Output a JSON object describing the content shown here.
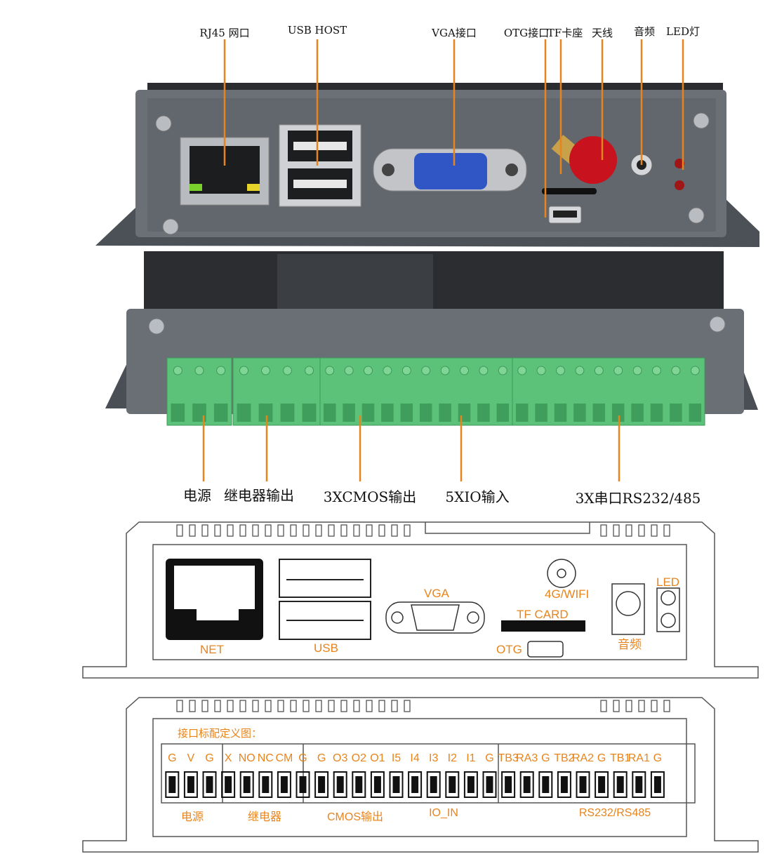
{
  "front_labels": [
    {
      "id": "rj45",
      "text": "RJ45 网口"
    },
    {
      "id": "usb_host",
      "text": "USB HOST"
    },
    {
      "id": "vga",
      "text": "VGA接口"
    },
    {
      "id": "otg",
      "text": "OTG接口"
    },
    {
      "id": "tf",
      "text": "TF卡座"
    },
    {
      "id": "antenna",
      "text": "天线"
    },
    {
      "id": "audio",
      "text": "音频"
    },
    {
      "id": "led",
      "text": "LED灯"
    }
  ],
  "back_labels": [
    {
      "id": "power",
      "text": "电源"
    },
    {
      "id": "relay",
      "text": "继电器输出"
    },
    {
      "id": "cmos",
      "text": "3XCMOS输出"
    },
    {
      "id": "io",
      "text": "5XIO输入"
    },
    {
      "id": "serial",
      "text": "3X串口RS232/485"
    }
  ],
  "front_drawing": {
    "net": "NET",
    "usb": "USB",
    "vga": "VGA",
    "wifi": "4G/WIFI",
    "tf_card": "TF CARD",
    "otg": "OTG",
    "audio": "音频",
    "led": "LED"
  },
  "back_drawing": {
    "title": "接口标配定义图：",
    "pins": [
      "G",
      "V",
      "G",
      "X",
      "NO",
      "NC",
      "CM",
      "G",
      "G",
      "O3",
      "O2",
      "O1",
      "I5",
      "I4",
      "I3",
      "I2",
      "I1",
      "G",
      "TB3",
      "RA3",
      "G",
      "TB2",
      "RA2",
      "G",
      "TB1",
      "RA1",
      "G"
    ],
    "groups": {
      "power": "电源",
      "relay": "继电器",
      "cmos": "CMOS输出",
      "io": "IO_IN",
      "rs": "RS232/RS485"
    }
  },
  "colors": {
    "accent": "#e8841c",
    "chassis": "#5a5e66",
    "terminal": "#5cc27a",
    "leader": "#e8841c"
  }
}
